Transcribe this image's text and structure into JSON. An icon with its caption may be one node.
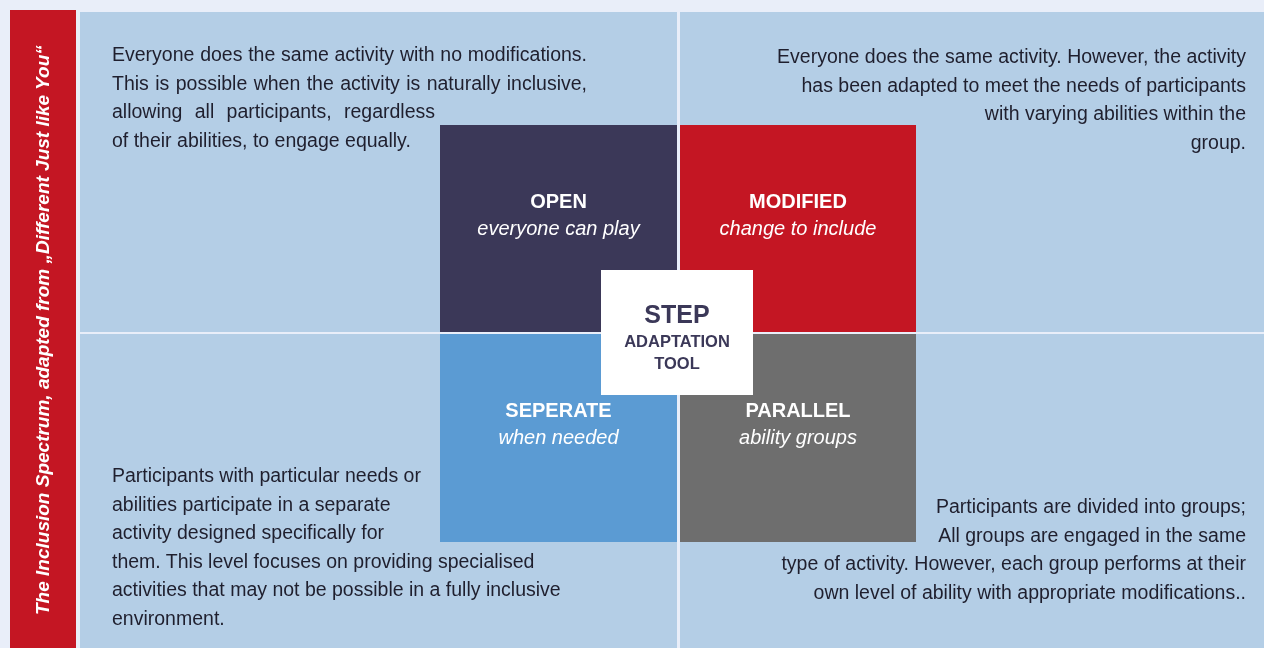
{
  "diagram": {
    "nodes": [
      {
        "text": [
          "The Inclusion Spectrum, adapted from „Different Just like You“"
        ]
      },
      {
        "text": [
          "Everyone does the same activity with no modifications. This is possible when the activity is naturally inclusive, allowing all participants, regardless of their abilities, to engage equally."
        ]
      },
      {
        "text": [
          "OPEN",
          "everyone can play"
        ],
        "in": 1
      },
      {
        "text": [
          "Everyone does the same activity. However, the activity has been adapted to meet the needs of participants with varying abilities within the group."
        ]
      },
      {
        "text": [
          "MODIFIED",
          "change to include"
        ],
        "in": 3
      },
      {
        "text": [
          "STEP",
          "ADAPTATION TOOL"
        ]
      },
      {
        "text": [
          "Participants with particular needs or abilities participate in a separate activity designed specifically for them. This level focuses on providing specialised activities that may not be possible in a fully inclusive environment."
        ]
      },
      {
        "text": [
          "SEPERATE",
          "when needed"
        ],
        "in": 6
      },
      {
        "text": [
          "Participants are divided into groups; All groups are engaged in the same type of activity. However, each group performs at their own level of ability with appropriate modifications.."
        ]
      },
      {
        "text": [
          "PARALLEL",
          "ability groups"
        ],
        "in": 8
      }
    ]
  }
}
